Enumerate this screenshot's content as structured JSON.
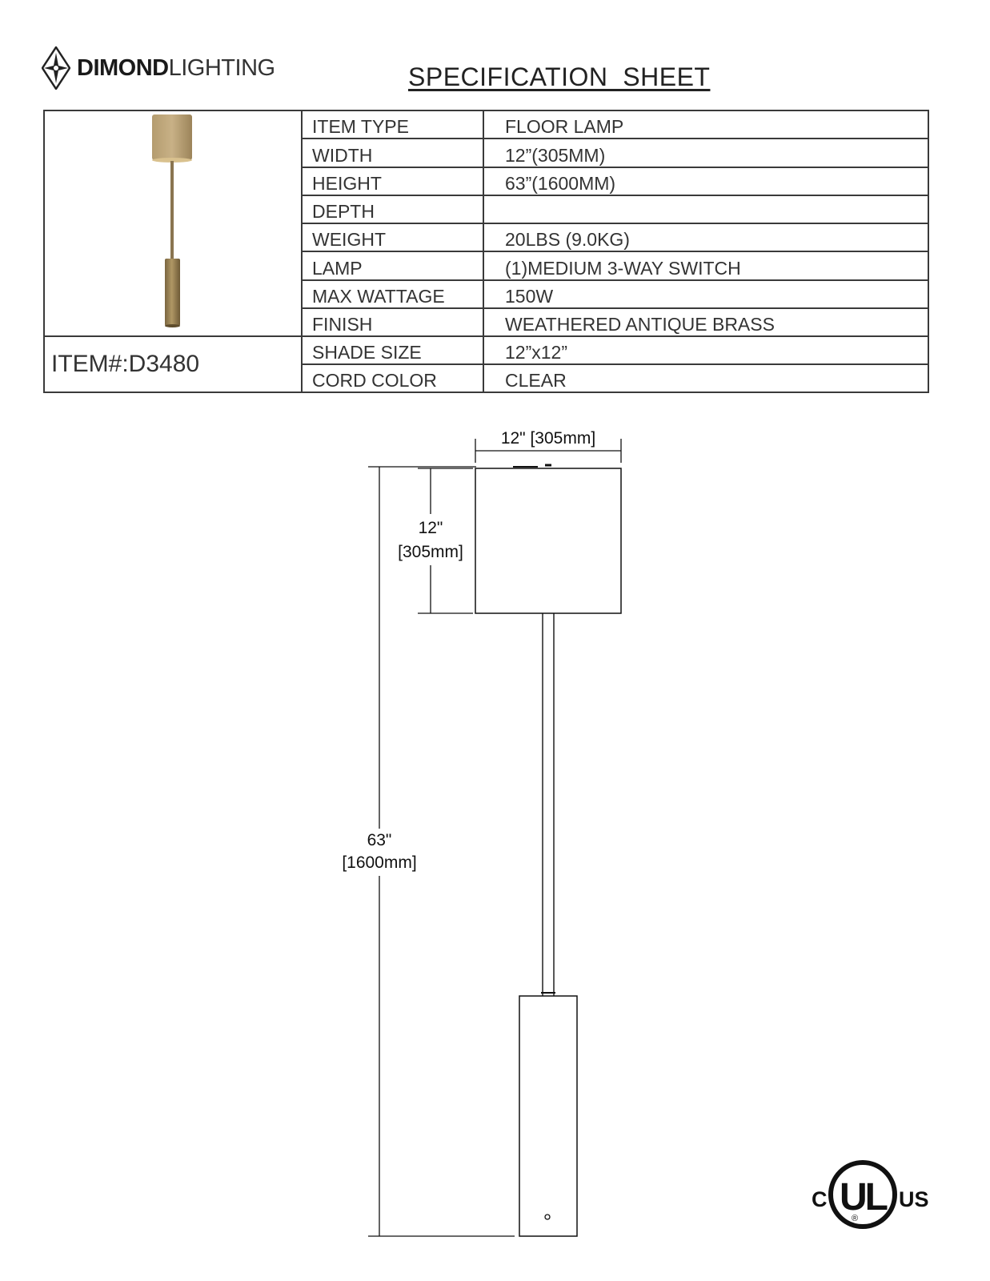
{
  "brand": {
    "name_bold": "DIMOND",
    "name_light": "LIGHTING"
  },
  "title": "SPECIFICATION  SHEET",
  "item_number": "ITEM#:D3480",
  "specs": [
    {
      "label": "ITEM TYPE",
      "value": "FLOOR LAMP"
    },
    {
      "label": "WIDTH",
      "value": "12”(305MM)"
    },
    {
      "label": "HEIGHT",
      "value": "63”(1600MM)"
    },
    {
      "label": "DEPTH",
      "value": ""
    },
    {
      "label": "WEIGHT",
      "value": "20LBS (9.0KG)"
    },
    {
      "label": "LAMP",
      "value": "(1)MEDIUM  3-WAY SWITCH"
    },
    {
      "label": "MAX WATTAGE",
      "value": "150W"
    },
    {
      "label": "FINISH",
      "value": "WEATHERED ANTIQUE BRASS"
    },
    {
      "label": "SHADE SIZE",
      "value": "12”x12”"
    },
    {
      "label": "CORD COLOR",
      "value": "CLEAR"
    }
  ],
  "drawing": {
    "width_dim": "12\" [305mm]",
    "shade_height_dim_in": "12\"",
    "shade_height_dim_mm": "[305mm]",
    "total_height_dim_in": "63\"",
    "total_height_dim_mm": "[1600mm]"
  },
  "certification": {
    "c": "C",
    "mark": "UL",
    "us": "US",
    "registered": "®"
  },
  "colors": {
    "finish": "#a08a60",
    "border": "#3a3a3a"
  }
}
